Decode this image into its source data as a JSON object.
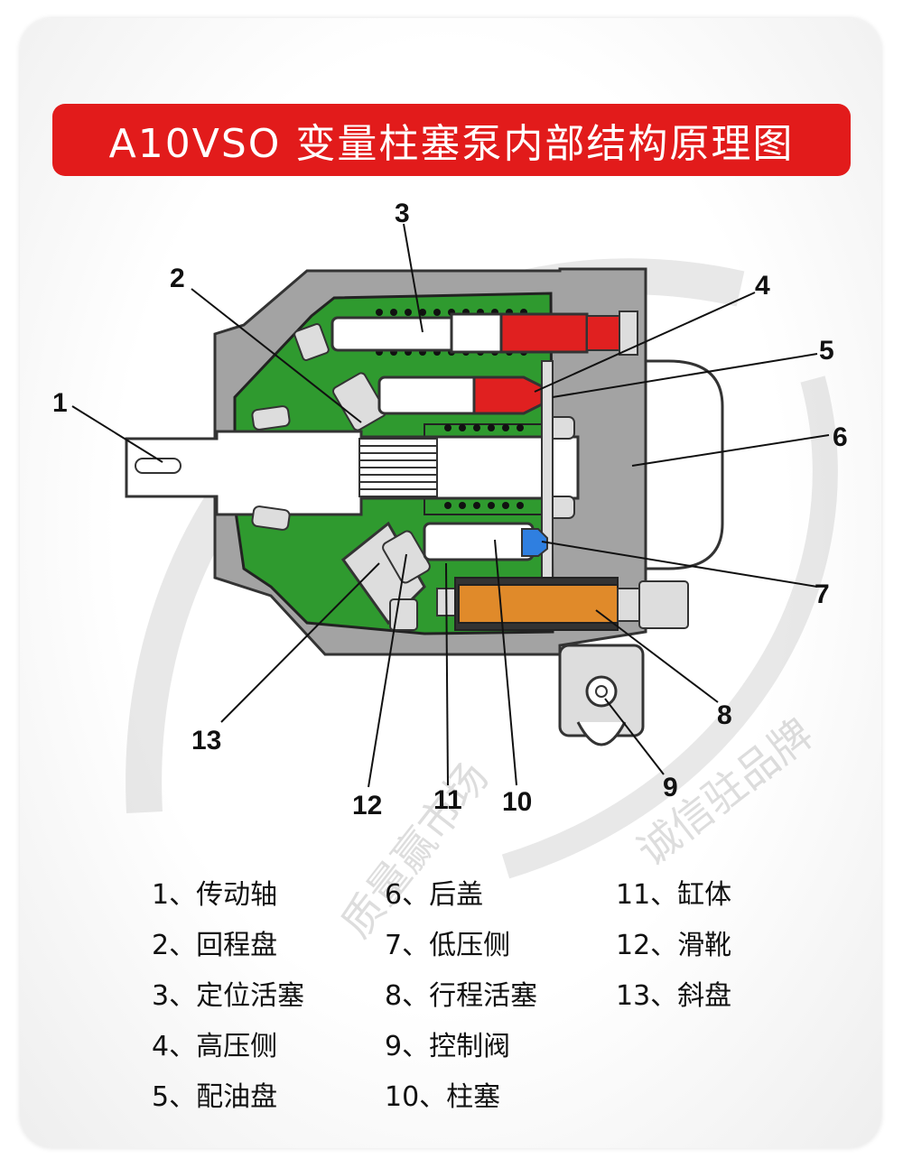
{
  "title": "A10VSO 变量柱塞泵内部结构原理图",
  "watermark": {
    "slogan_a": "质量赢市场",
    "slogan_b": "诚信驻品牌"
  },
  "callouts": [
    "1",
    "2",
    "3",
    "4",
    "5",
    "6",
    "7",
    "8",
    "9",
    "10",
    "11",
    "12",
    "13"
  ],
  "legend": [
    [
      "1、传动轴",
      "2、回程盘",
      "3、定位活塞",
      "4、高压侧",
      "5、配油盘"
    ],
    [
      "6、后盖",
      "7、低压侧",
      "8、行程活塞",
      "9、控制阀",
      "10、柱塞"
    ],
    [
      "11、缸体",
      "12、滑靴",
      "13、斜盘"
    ]
  ],
  "colors": {
    "banner": "#e21b1b",
    "housing": "#a3a3a3",
    "green": "#2f9a2f",
    "high_pressure": "#e02020",
    "low_pressure": "#2f7fe0",
    "stroke_piston": "#e08a2a"
  }
}
